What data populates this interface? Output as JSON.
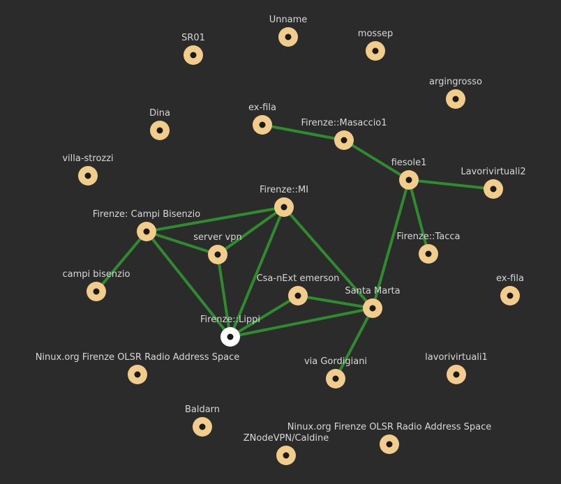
{
  "colors": {
    "background": "#2b2b2b",
    "node": "#f2cc8b",
    "node_selected": "#ffffff",
    "node_center": "#1a1a1a",
    "edge": "#2e8b2e",
    "label": "#d8d8d8"
  },
  "nodes": [
    {
      "id": "sr01",
      "label": "SR01"
    },
    {
      "id": "unname",
      "label": "Unname"
    },
    {
      "id": "mossep",
      "label": "mossep"
    },
    {
      "id": "argingrosso",
      "label": "argingrosso"
    },
    {
      "id": "dina",
      "label": "Dina"
    },
    {
      "id": "ex-fila-top",
      "label": "ex-fila"
    },
    {
      "id": "masaccio1",
      "label": "Firenze::Masaccio1"
    },
    {
      "id": "villa-strozzi",
      "label": "villa-strozzi"
    },
    {
      "id": "fiesole1",
      "label": "fiesole1"
    },
    {
      "id": "lavorivirtuali2",
      "label": "Lavorivirtuali2"
    },
    {
      "id": "firenze-mi",
      "label": "Firenze::MI"
    },
    {
      "id": "campi-bisenzio-firenze",
      "label": "Firenze: Campi Bisenzio"
    },
    {
      "id": "server-vpn",
      "label": "server vpn"
    },
    {
      "id": "tacca",
      "label": "Firenze::Tacca"
    },
    {
      "id": "campi-bisenzio",
      "label": "campi bisenzio"
    },
    {
      "id": "csa-next-emerson",
      "label": "Csa-nExt emerson"
    },
    {
      "id": "santa-marta",
      "label": "Santa Marta"
    },
    {
      "id": "ex-fila-right",
      "label": "ex-fila"
    },
    {
      "id": "lippi",
      "label": "Firenze::Lippi",
      "selected": true
    },
    {
      "id": "ninux-left",
      "label": "Ninux.org Firenze OLSR Radio Address Space"
    },
    {
      "id": "via-gordigiani",
      "label": "via Gordigiani"
    },
    {
      "id": "lavorivirtuali1",
      "label": "lavorivirtuali1"
    },
    {
      "id": "baldarn",
      "label": "Baldarn"
    },
    {
      "id": "ninux-right",
      "label": "Ninux.org Firenze OLSR Radio Address Space"
    },
    {
      "id": "znodevpn-caldine",
      "label": "ZNodeVPN/Caldine"
    }
  ],
  "edges": [
    [
      "ex-fila-top",
      "masaccio1"
    ],
    [
      "masaccio1",
      "fiesole1"
    ],
    [
      "fiesole1",
      "lavorivirtuali2"
    ],
    [
      "fiesole1",
      "tacca"
    ],
    [
      "fiesole1",
      "santa-marta"
    ],
    [
      "firenze-mi",
      "campi-bisenzio-firenze"
    ],
    [
      "firenze-mi",
      "server-vpn"
    ],
    [
      "firenze-mi",
      "lippi"
    ],
    [
      "firenze-mi",
      "santa-marta"
    ],
    [
      "campi-bisenzio-firenze",
      "server-vpn"
    ],
    [
      "campi-bisenzio-firenze",
      "campi-bisenzio"
    ],
    [
      "campi-bisenzio-firenze",
      "lippi"
    ],
    [
      "server-vpn",
      "lippi"
    ],
    [
      "csa-next-emerson",
      "lippi"
    ],
    [
      "csa-next-emerson",
      "santa-marta"
    ],
    [
      "santa-marta",
      "lippi"
    ],
    [
      "santa-marta",
      "via-gordigiani"
    ]
  ]
}
